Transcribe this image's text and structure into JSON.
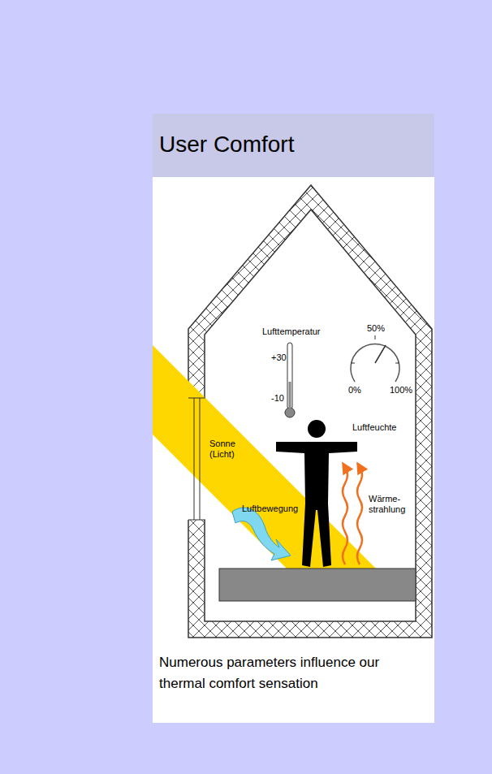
{
  "diagram": {
    "title": "User Comfort",
    "caption": "Numerous parameters influence our thermal comfort sensation",
    "labels": [
      "Lufttemperatur",
      "+30",
      "-10",
      "50%",
      "0%",
      "100%",
      "Luftfeuchte",
      "Sonne (Licht)",
      "Luftbewegung",
      "Wärme- strahlung"
    ]
  }
}
